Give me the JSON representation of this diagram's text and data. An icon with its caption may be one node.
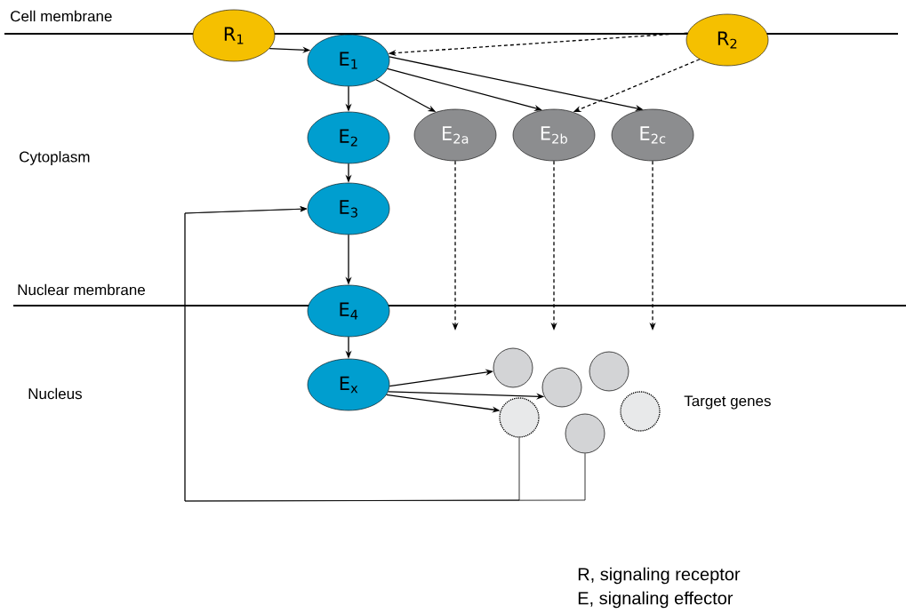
{
  "diagram": {
    "nodes": [
      {
        "text": [
          "R$_{1}$"
        ]
      },
      {
        "text": [
          "R$_{2}$"
        ]
      },
      {
        "text": [
          "E$_{1}$"
        ]
      },
      {
        "text": [
          "E$_{2}$"
        ]
      },
      {
        "text": [
          "E$_{2a}$"
        ]
      },
      {
        "text": [
          "E$_{2b}$"
        ]
      },
      {
        "text": [
          "E$_{2c}$"
        ]
      },
      {
        "text": [
          "E$_{3}$"
        ]
      },
      {
        "text": [
          "E$_{4}$"
        ]
      },
      {
        "text": [
          "E$_{x}$"
        ]
      },
      {
        "text": [],
        "shape": "circle"
      },
      {
        "text": [],
        "shape": "circle"
      },
      {
        "text": [],
        "shape": "circle"
      },
      {
        "text": [],
        "shape": "circle"
      },
      {
        "text": [],
        "shape": "circle"
      },
      {
        "text": [],
        "shape": "circle"
      }
    ],
    "edges": [
      {
        "from": 0,
        "to": 2,
        "arrow": "to"
      },
      {
        "from": 1,
        "to": 2,
        "arrow": "to",
        "style": "dashed"
      },
      {
        "from": 1,
        "to": 5,
        "arrow": "to",
        "style": "dashed"
      },
      {
        "from": 2,
        "to": 3,
        "arrow": "to"
      },
      {
        "from": 2,
        "to": 4,
        "arrow": "to"
      },
      {
        "from": 2,
        "to": 5,
        "arrow": "to"
      },
      {
        "from": 2,
        "to": 6,
        "arrow": "to"
      },
      {
        "from": 3,
        "to": 7,
        "arrow": "to"
      },
      {
        "from": 7,
        "to": 8,
        "arrow": "to"
      },
      {
        "from": 8,
        "to": 9,
        "arrow": "to"
      },
      {
        "from": 4,
        "to": null,
        "arrow": "to",
        "style": "dashed"
      },
      {
        "from": 5,
        "to": null,
        "arrow": "to",
        "style": "dashed"
      },
      {
        "from": 6,
        "to": null,
        "arrow": "to",
        "style": "dashed"
      },
      {
        "from": 9,
        "to": 10,
        "arrow": "to"
      },
      {
        "from": 9,
        "to": 11,
        "arrow": "to"
      },
      {
        "from": 9,
        "to": 14,
        "arrow": "to"
      },
      {
        "from": 14,
        "to": 7,
        "arrow": "to"
      },
      {
        "from": 15,
        "to": 7,
        "arrow": "to"
      }
    ],
    "labels": [
      "Cell membrane",
      "Cytoplasm",
      "Nuclear membrane",
      "Nucleus",
      "Target genes",
      "R, signaling receptor",
      "E, signaling effector"
    ]
  }
}
